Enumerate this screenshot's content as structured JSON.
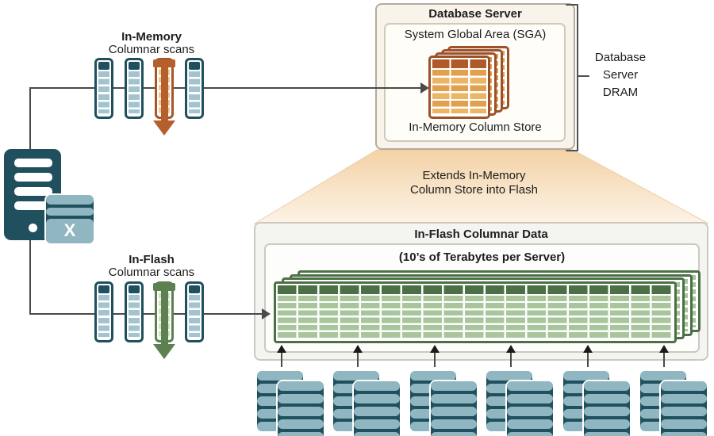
{
  "colors": {
    "teal_dark": "#20505e",
    "blue_light": "#a3c4cf",
    "disc_blue": "#8fb6c1",
    "orange_dark": "#a8552a",
    "orange_arrow": "#b5602c",
    "orange_row": "#f2c78e",
    "table_border_or": "#9c5128",
    "table_head_or": "#b05a2a",
    "table_cell_or1": "#e2a04f",
    "table_cell_or2": "#eab566",
    "green_dark": "#4c7046",
    "green_arrow": "#5d8051",
    "green_row": "#d3e1c5",
    "green_cell": "#a9c59b",
    "peach_top": "#f3d2a6",
    "peach_bottom": "#fdf3e6",
    "line": "#4a4a4a"
  },
  "in_memory_scans": {
    "title": "In-Memory",
    "subtitle": "Columnar scans"
  },
  "in_flash_scans": {
    "title": "In-Flash",
    "subtitle": "Columnar scans"
  },
  "database_server": {
    "title": "Database Server",
    "sga_title": "System Global Area (SGA)",
    "store_label": "In-Memory Column Store"
  },
  "dram_bracket": {
    "lines": [
      "Database",
      "Server",
      "DRAM"
    ]
  },
  "extends_note": {
    "line1": "Extends In-Memory",
    "line2": "Column Store into Flash"
  },
  "in_flash_box": {
    "title": "In-Flash Columnar Data",
    "subtitle": "(10’s of Terabytes per Server)"
  },
  "storage_icon": {
    "label": "X"
  }
}
